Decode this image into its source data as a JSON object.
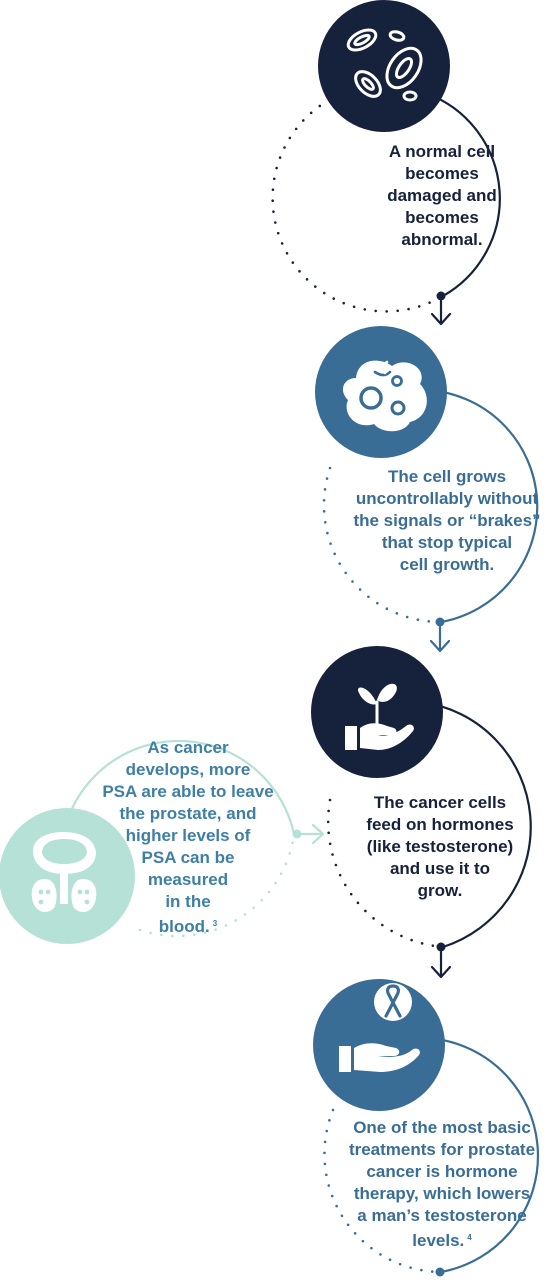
{
  "colors": {
    "dark_navy": "#16213b",
    "steel_blue": "#3a6d96",
    "mint": "#b5e1d6",
    "mint_text": "#3e7fa6",
    "icon_fill": "#ffffff"
  },
  "steps": [
    {
      "icon": "blood-cells-icon",
      "text": "A normal cell\nbecomes\ndamaged and\nbecomes\nabnormal.",
      "sup": ""
    },
    {
      "icon": "cancer-cell-icon",
      "text": "The cell grows\nuncontrollably without\nthe signals or “brakes”\nthat stop typical\ncell growth.",
      "sup": ""
    },
    {
      "icon": "sprout-in-hand-icon",
      "text": "The cancer cells\nfeed on hormones\n(like testosterone)\nand use it to\ngrow.",
      "sup": ""
    },
    {
      "icon": "ribbon-in-hand-icon",
      "text": "One of the most basic\ntreatments for prostate\ncancer is hormone\ntherapy, which lowers\na man’s testosterone\nlevels.",
      "sup": "4"
    }
  ],
  "side_note": {
    "icon": "prostate-icon",
    "text": "As cancer\ndevelops, more\nPSA are able to leave\nthe prostate, and\nhigher levels of\nPSA can be\nmeasured\nin the\nblood.",
    "sup": "3"
  }
}
